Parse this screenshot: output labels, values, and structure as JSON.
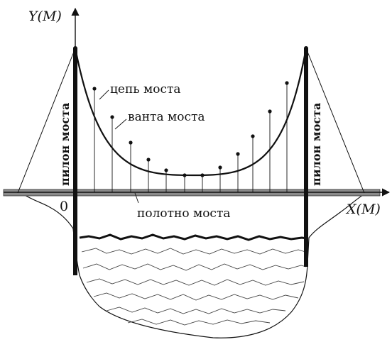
{
  "diagram": {
    "labels": {
      "y_axis": "Y(M)",
      "x_axis": "X(M)",
      "origin": "0",
      "chain": "цепь моста",
      "cable": "ванта моста",
      "deck": "полотно моста",
      "pylon_left": "пилон моста",
      "pylon_right": "пилон моста"
    },
    "colors": {
      "ink": "#111111",
      "deck_fill": "#8a8a8a",
      "water_line": "#444444"
    }
  }
}
